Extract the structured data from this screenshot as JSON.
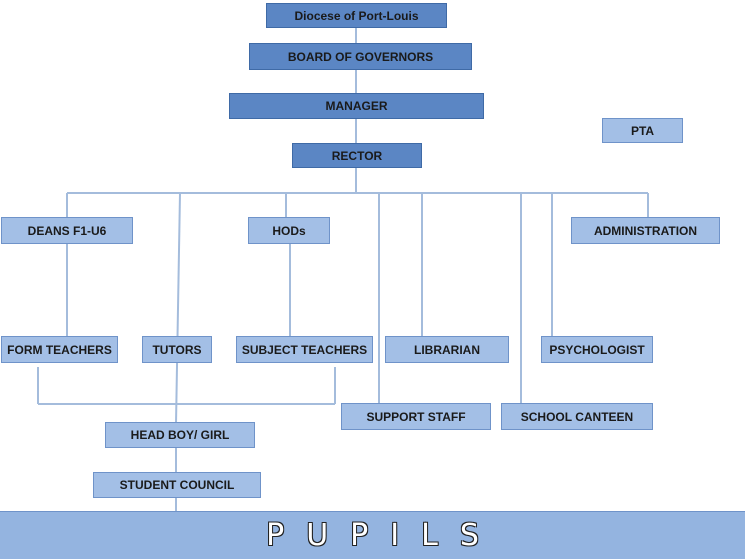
{
  "nodes": {
    "diocese": "Diocese of Port-Louis",
    "board": "BOARD OF GOVERNORS",
    "manager": "MANAGER",
    "pta": "PTA",
    "rector": "RECTOR",
    "deans": "DEANS F1-U6",
    "hods": "HODs",
    "administration": "ADMINISTRATION",
    "form_teachers": "FORM TEACHERS",
    "tutors": "TUTORS",
    "subject_teachers": "SUBJECT TEACHERS",
    "librarian": "LIBRARIAN",
    "psychologist": "PSYCHOLOGIST",
    "support_staff": "SUPPORT STAFF",
    "school_canteen": "SCHOOL CANTEEN",
    "head_boy_girl": "HEAD BOY/ GIRL",
    "student_council": "STUDENT COUNCIL",
    "pupils": "PUPILS"
  },
  "colors": {
    "dark_box": "#5b86c4",
    "light_box": "#a3bfe6",
    "connector": "#a4bcdc"
  }
}
